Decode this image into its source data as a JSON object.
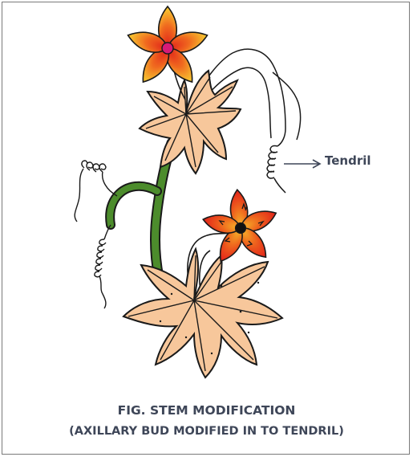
{
  "labels": {
    "tendril": "Tendril"
  },
  "caption": {
    "line1": "FIG. STEM MODIFICATION",
    "line2": "(AXILLARY BUD MODIFIED IN TO TENDRIL)"
  },
  "colors": {
    "leaf_fill": "#f7c79b",
    "stem": "#4c8c2c",
    "petal_outer": "#f6c12a",
    "petal_inner": "#e83a1c",
    "flower_center": "#d81b78",
    "text": "#3e4658",
    "outline": "#1a1a1a"
  }
}
